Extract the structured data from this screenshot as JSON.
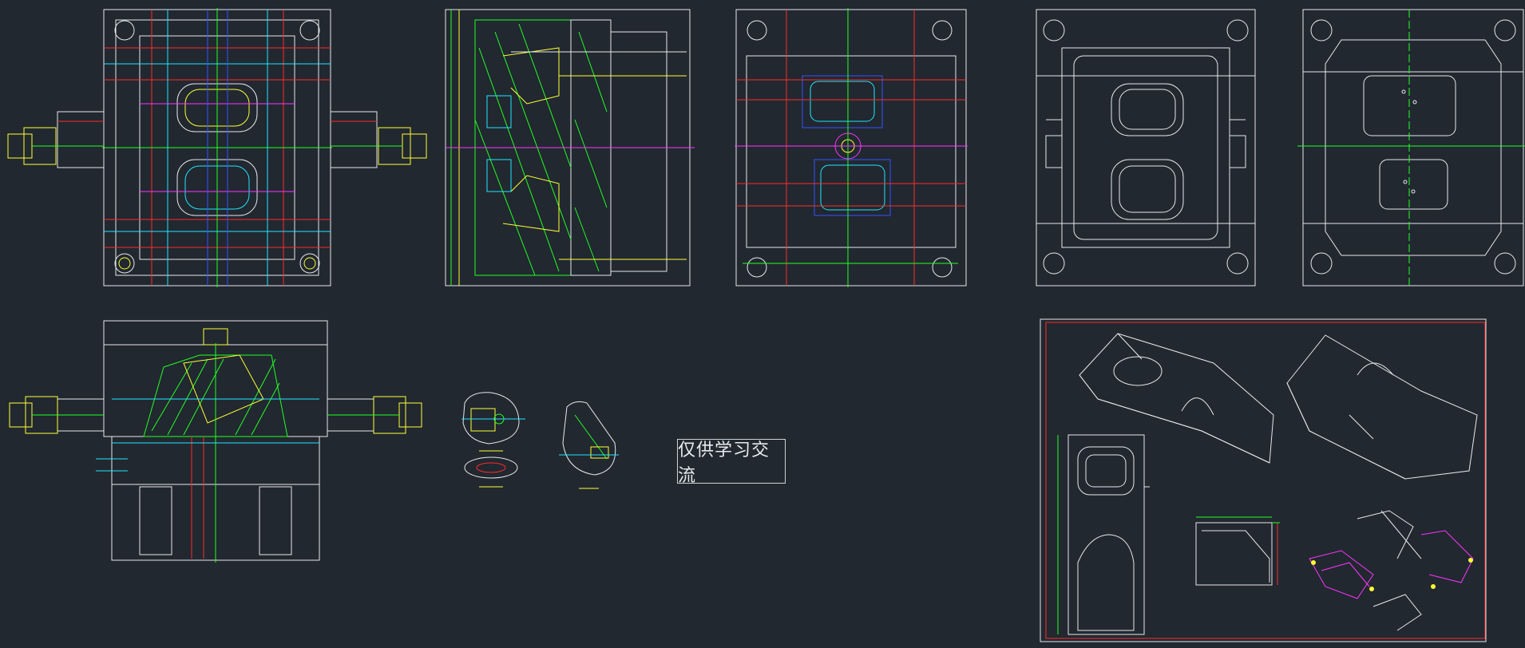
{
  "watermark": {
    "text": "仅供学习交流"
  },
  "colors": {
    "background": "#212830",
    "white": "#e6e9ec",
    "red": "#ff2a2a",
    "green": "#22ff22",
    "yellow": "#ffff33",
    "cyan": "#22e5ff",
    "magenta": "#ff33ff",
    "blue": "#3355ff"
  },
  "icons": [
    "mold-top-view-1",
    "mold-section-view-1",
    "mold-top-view-2",
    "mold-plate-view-1",
    "mold-plate-view-2",
    "mold-side-section",
    "part-detail-1",
    "part-detail-2",
    "isometric-sheet"
  ]
}
